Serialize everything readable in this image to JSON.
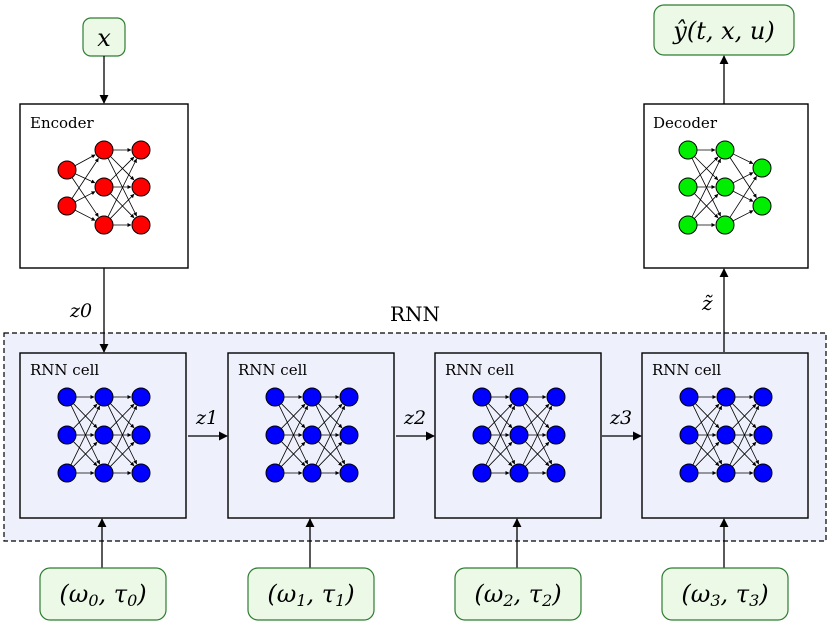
{
  "input": {
    "text": "x"
  },
  "encoder": {
    "label": "Encoder"
  },
  "decoder": {
    "label": "Decoder"
  },
  "output": {
    "text": "ŷ(t, x, u)"
  },
  "rnn": {
    "label": "RNN"
  },
  "cells": [
    {
      "label": "RNN cell",
      "param": "(ω0, τ0)"
    },
    {
      "label": "RNN cell",
      "param": "(ω1, τ1)"
    },
    {
      "label": "RNN cell",
      "param": "(ω2, τ2)"
    },
    {
      "label": "RNN cell",
      "param": "(ω3, τ3)"
    }
  ],
  "edges": {
    "z0": "z0",
    "z1": "z1",
    "z2": "z2",
    "z3": "z3",
    "ztilde": "z̃"
  },
  "colors": {
    "encoder_nodes": "#ff0000",
    "decoder_nodes": "#00ee00",
    "rnn_nodes": "#0000ff",
    "label_box_fill": "#ebf9e6",
    "label_box_stroke": "#2e7d32",
    "rnn_region_fill": "#eef0fb"
  }
}
